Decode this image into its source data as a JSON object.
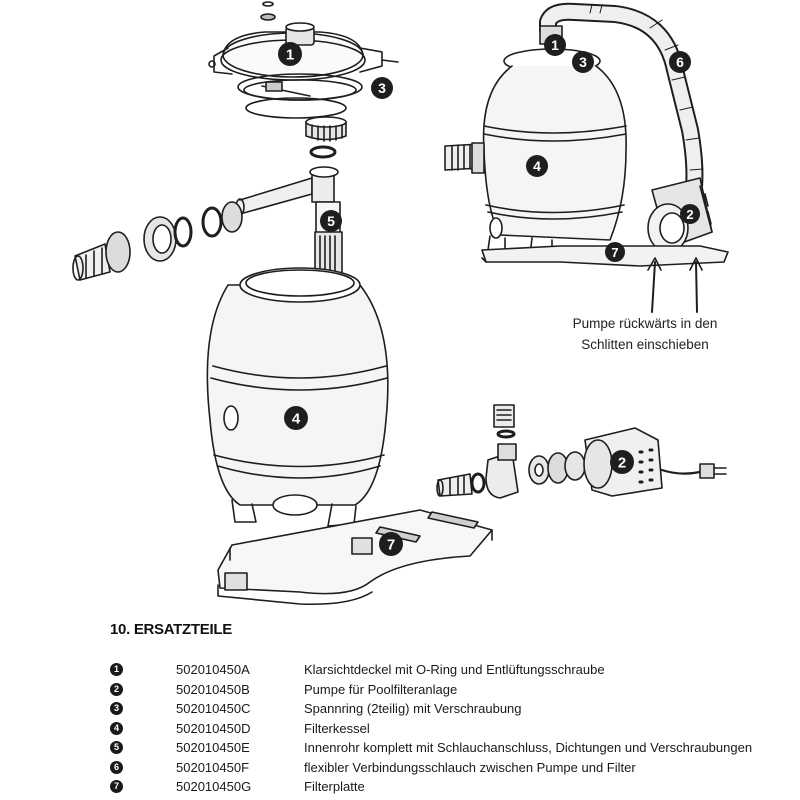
{
  "diagram": {
    "labels": {
      "cover": "1",
      "pump": "2",
      "clamp": "3",
      "tank": "4",
      "pipe": "5",
      "hose": "6",
      "base": "7"
    },
    "hint_line1": "Pumpe rückwärts in den",
    "hint_line2": "Schlitten einschieben"
  },
  "section": {
    "title": "10. ERSATZTEILE"
  },
  "parts": [
    {
      "num": "1",
      "code": "502010450A",
      "desc": "Klarsichtdeckel mit O-Ring und Entlüftungsschraube"
    },
    {
      "num": "2",
      "code": "502010450B",
      "desc": "Pumpe für Poolfilteranlage"
    },
    {
      "num": "3",
      "code": "502010450C",
      "desc": "Spannring (2teilig) mit Verschraubung"
    },
    {
      "num": "4",
      "code": "502010450D",
      "desc": "Filterkessel"
    },
    {
      "num": "5",
      "code": "502010450E",
      "desc": "Innenrohr komplett mit Schlauchanschluss, Dichtungen und Verschraubungen"
    },
    {
      "num": "6",
      "code": "502010450F",
      "desc": "flexibler Verbindungsschlauch zwischen Pumpe und Filter"
    },
    {
      "num": "7",
      "code": "502010450G",
      "desc": "Filterplatte"
    }
  ],
  "colors": {
    "line": "#1e1e1e",
    "body": "#f4f4f4",
    "label_bg": "#1e1e1e",
    "label_fg": "#ffffff"
  }
}
